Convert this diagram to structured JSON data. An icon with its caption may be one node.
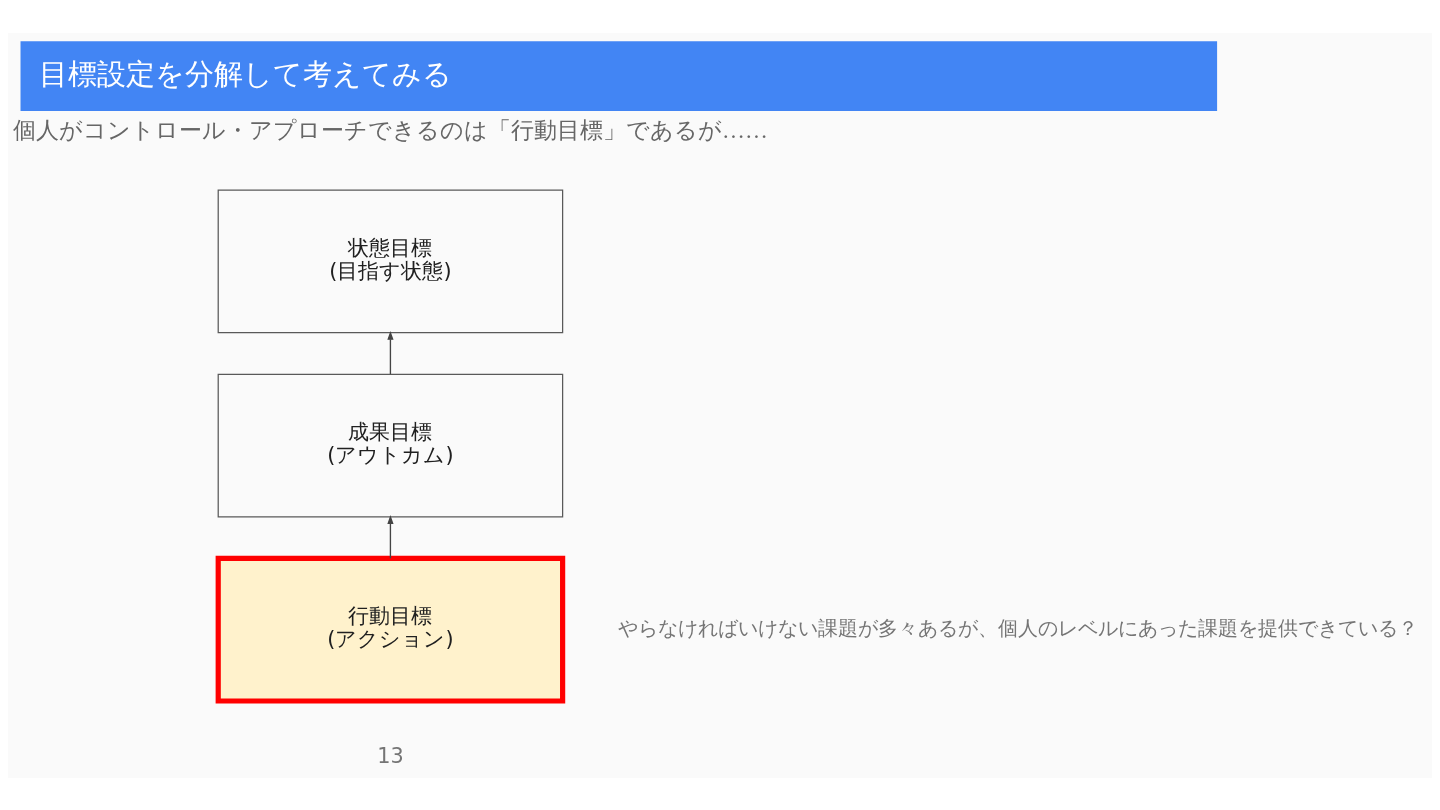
{
  "diagram": {
    "title": "目標設定を分解して考えてみる",
    "nodes": [
      {
        "text": [
          "状態目標",
          "(目指す状態)"
        ]
      },
      {
        "text": [
          "成果目標",
          "(アウトカム)"
        ]
      },
      {
        "text": [
          "行動目標",
          "(アクション)"
        ],
        "beside": [
          "やらなければいけない課題が多々あるが、個人のレベルにあった課題を提供できている？"
        ]
      }
    ],
    "edges": [
      {
        "from": 2,
        "to": 1,
        "arrow": "to"
      },
      {
        "from": 1,
        "to": 0,
        "arrow": "to"
      }
    ],
    "labels": [
      "個人がコントロール・アプローチできるのは「行動目標」であるが……",
      "13"
    ]
  }
}
